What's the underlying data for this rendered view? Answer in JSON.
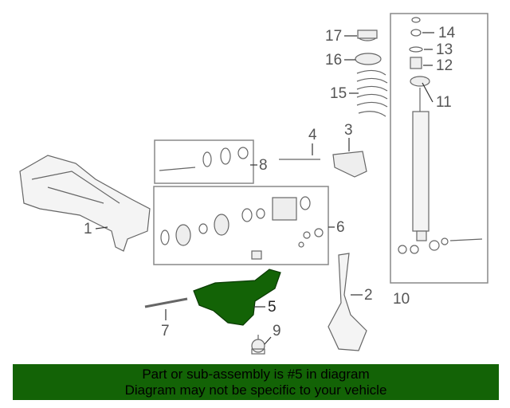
{
  "callouts": {
    "c1": "1",
    "c2": "2",
    "c3": "3",
    "c4": "4",
    "c5": "5",
    "c6": "6",
    "c7": "7",
    "c8": "8",
    "c9": "9",
    "c10": "10",
    "c11": "11",
    "c12": "12",
    "c13": "13",
    "c14": "14",
    "c15": "15",
    "c16": "16",
    "c17": "17"
  },
  "highlight_color": "#136306",
  "banner": {
    "line1": "Part or sub-assembly is #5 in diagram",
    "line2": "Diagram may not be specific to your vehicle"
  }
}
